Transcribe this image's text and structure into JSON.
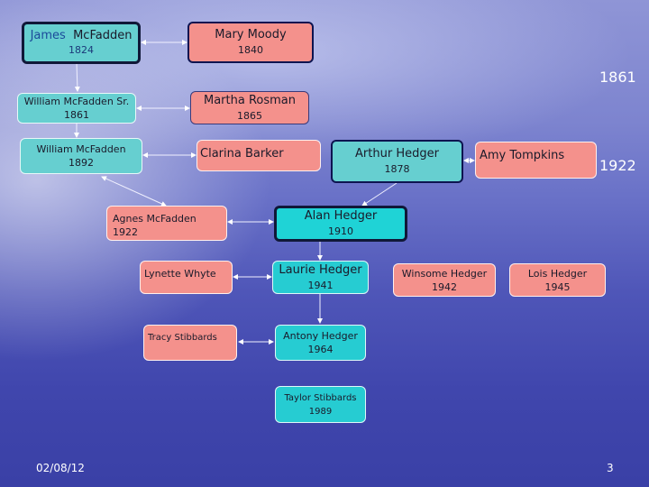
{
  "people": {
    "james": {
      "first": "James",
      "last": "McFadden",
      "year": "1824"
    },
    "mary": {
      "name": "Mary Moody",
      "year": "1840"
    },
    "william_sr": {
      "name": "William McFadden Sr.",
      "year": "1861"
    },
    "martha": {
      "name": "Martha Rosman",
      "year": "1865"
    },
    "william": {
      "name": "William McFadden",
      "year": "1892"
    },
    "clarina": {
      "name": "Clarina Barker"
    },
    "arthur": {
      "name": "Arthur Hedger",
      "year": "1878"
    },
    "amy": {
      "name": "Amy Tompkins"
    },
    "agnes": {
      "name": "Agnes McFadden 1922"
    },
    "alan": {
      "name": "Alan Hedger",
      "year": "1910"
    },
    "lynette": {
      "name": "Lynette Whyte"
    },
    "laurie": {
      "name": "Laurie Hedger",
      "year": "1941"
    },
    "winsome": {
      "name": "Winsome Hedger",
      "year": "1942"
    },
    "lois": {
      "name": "Lois Hedger",
      "year": "1945"
    },
    "tracy": {
      "name": "Tracy Stibbards"
    },
    "antony": {
      "name": "Antony Hedger",
      "year": "1964"
    },
    "taylor": {
      "name": "Taylor Stibbards",
      "year": "1989"
    }
  },
  "side_labels": [
    "1861",
    "1922"
  ],
  "footer": {
    "date": "02/08/12",
    "page": "3"
  },
  "colors": {
    "male": "#66cfd0",
    "female": "#f4918c",
    "highlight": "#1fd3d6"
  }
}
